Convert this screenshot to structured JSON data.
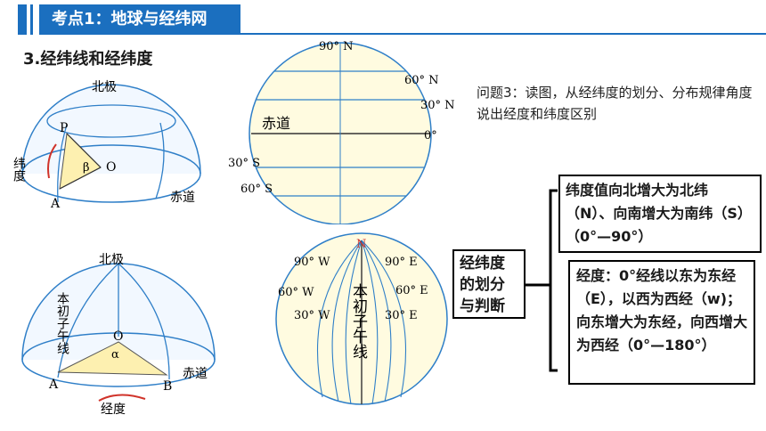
{
  "header": {
    "title": "考点1：地球与经纬网"
  },
  "section": {
    "heading": "3.经纬线和经纬度"
  },
  "question": {
    "text": "问题3：读图，从经纬度的划分、分布规律角度说出经度和纬度区别"
  },
  "boxes": {
    "judge": "经纬度的划分与判断",
    "latitude": "纬度值向北增大为北纬（N）、向南增大为南纬（S）（0°—90°）",
    "longitude": "经度：0°经线以东为东经（E），以西为西经（w)；向东增大为东经，向西增大为西经（0°—180°）"
  },
  "fig_lat": {
    "north_pole": "北极",
    "P": "P",
    "O": "O",
    "beta": "β",
    "lat_label": "纬度",
    "A": "A",
    "equator": "赤道"
  },
  "fig_lat_globe": {
    "north_90": "90° N",
    "n60": "60° N",
    "n30": "30° N",
    "zero": "0°",
    "equator": "赤道",
    "s30": "30° S",
    "s60": "60° S"
  },
  "fig_lon": {
    "north_pole": "北极",
    "prime": "本初子午线",
    "O": "O",
    "alpha": "α",
    "A": "A",
    "B": "B",
    "equator": "赤道",
    "lon_label": "经度"
  },
  "fig_lon_globe": {
    "N": "N",
    "w90": "90° W",
    "w60": "60° W",
    "w30": "30° W",
    "e90": "90° E",
    "e60": "60° E",
    "e30": "30° E",
    "prime": "本初子午线"
  },
  "colors": {
    "accent": "#1b6fbf",
    "globe_fill": "#fffbe0",
    "line": "#2f7fc8",
    "wedge": "#fdf0b0",
    "arrow": "#d0332a"
  }
}
